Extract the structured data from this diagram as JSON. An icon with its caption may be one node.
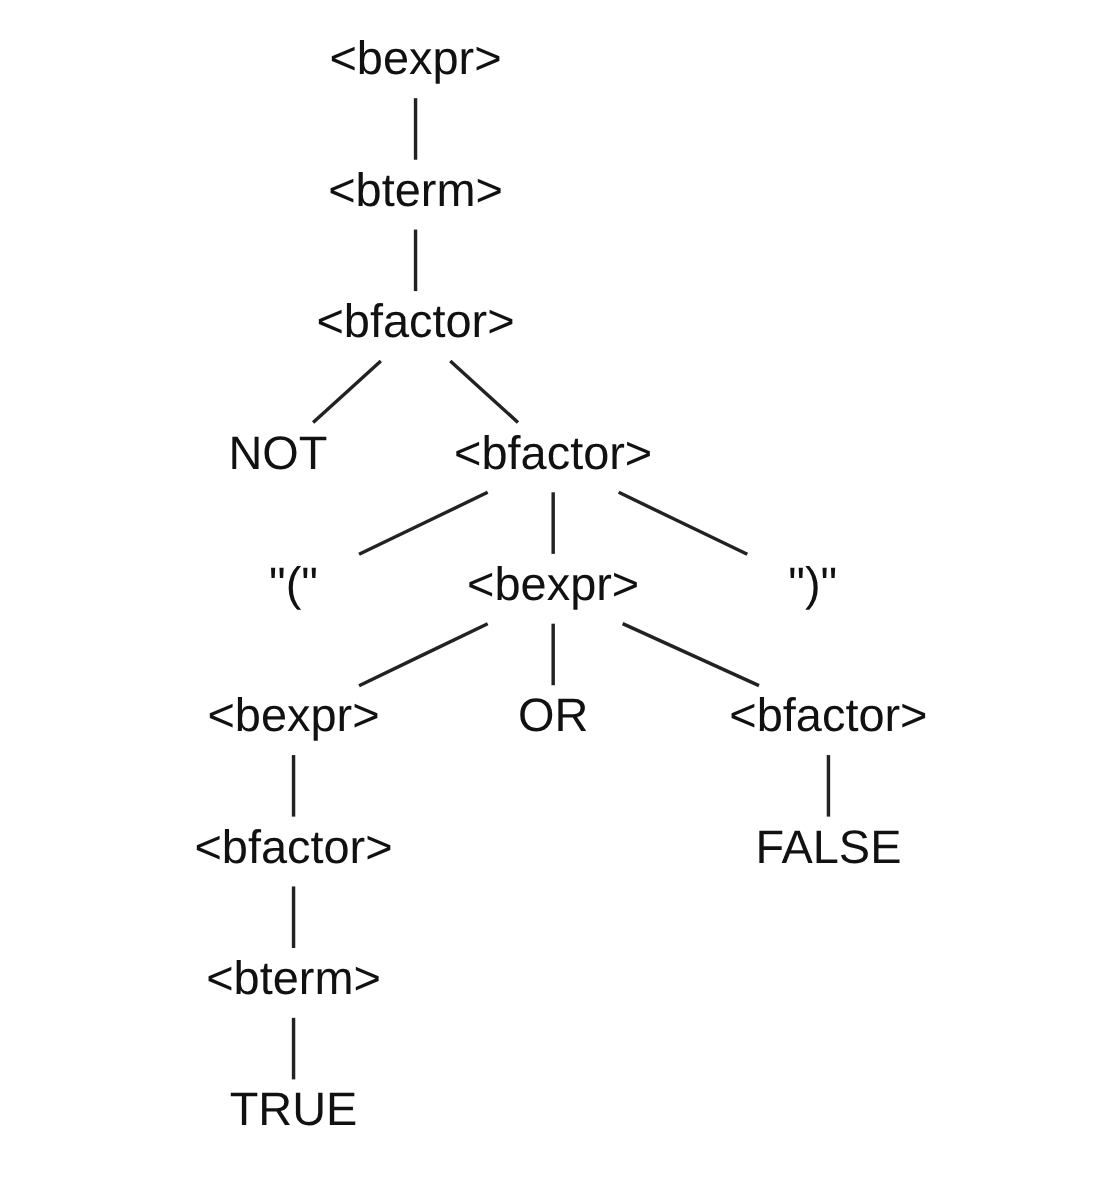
{
  "diagram": {
    "nodes": [
      {
        "text": [
          "<bexpr>"
        ]
      },
      {
        "text": [
          "<bterm>"
        ]
      },
      {
        "text": [
          "<bfactor>"
        ]
      },
      {
        "text": [
          "NOT"
        ]
      },
      {
        "text": [
          "<bfactor>"
        ]
      },
      {
        "text": [
          "\"(\""
        ]
      },
      {
        "text": [
          "<bexpr>"
        ]
      },
      {
        "text": [
          "\")\""
        ]
      },
      {
        "text": [
          "<bexpr>"
        ]
      },
      {
        "text": [
          "OR"
        ]
      },
      {
        "text": [
          "<bfactor>"
        ]
      },
      {
        "text": [
          "<bfactor>"
        ]
      },
      {
        "text": [
          "FALSE"
        ]
      },
      {
        "text": [
          "<bterm>"
        ]
      },
      {
        "text": [
          "TRUE"
        ]
      }
    ],
    "edges": [
      {
        "from": 0,
        "to": 1,
        "arrow": "none"
      },
      {
        "from": 1,
        "to": 2,
        "arrow": "none"
      },
      {
        "from": 2,
        "to": 3,
        "arrow": "none"
      },
      {
        "from": 2,
        "to": 4,
        "arrow": "none"
      },
      {
        "from": 4,
        "to": 5,
        "arrow": "none"
      },
      {
        "from": 4,
        "to": 6,
        "arrow": "none"
      },
      {
        "from": 4,
        "to": 7,
        "arrow": "none"
      },
      {
        "from": 6,
        "to": 8,
        "arrow": "none"
      },
      {
        "from": 6,
        "to": 9,
        "arrow": "none"
      },
      {
        "from": 6,
        "to": 10,
        "arrow": "none"
      },
      {
        "from": 8,
        "to": 11,
        "arrow": "none"
      },
      {
        "from": 10,
        "to": 12,
        "arrow": "none"
      },
      {
        "from": 11,
        "to": 13,
        "arrow": "none"
      },
      {
        "from": 13,
        "to": 14,
        "arrow": "none"
      }
    ]
  }
}
